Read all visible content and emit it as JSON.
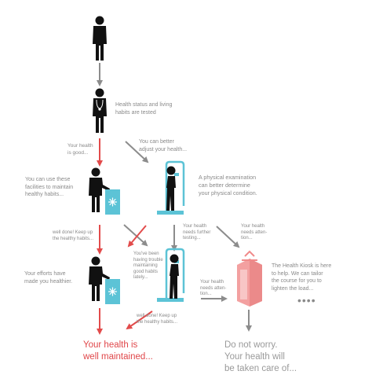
{
  "labels": {
    "health_tested": "Health status and living\nhabits are tested",
    "your_health_good": "Your health\nis good...",
    "better_adjust": "You can better\nadjust your health...",
    "use_facilities": "You can use these\nfacilities to maintain\nhealthy habits...",
    "physical_exam": "A physical examination\ncan better determine\nyour physical condition.",
    "well_done_1": "well done! Keep up\nthe healthy habits...",
    "further_testing": "Your health\nneeds further\ntesting...",
    "needs_attention_top": "Your health\nneeds atten-\ntion...",
    "trouble_maintaining": "You've been\nhaving trouble\nmaintaining\ngood habits\nlately...",
    "kiosk_help": "The Health Kiosk is here\nto help. We can tailor\nthe course for you to\nlighten the load...",
    "efforts_healthier": "Your efforts have\nmade you healthier.",
    "needs_attention_mid": "Your health\nneeds atten-\ntion...",
    "well_done_2": "well done! Keep up\nthe healthy habits...",
    "ellipsis": "••••"
  },
  "outcomes": {
    "maintained": "Your health is\nwell maintained...",
    "do_not_worry": "Do not worry.\nYour health will\nbe taken care of..."
  },
  "colors": {
    "figure": "#111111",
    "cyan": "#5cc3d6",
    "red": "#e24b4b",
    "gray": "#8c8c8c",
    "kiosk_pink": "#f3a0a0"
  }
}
